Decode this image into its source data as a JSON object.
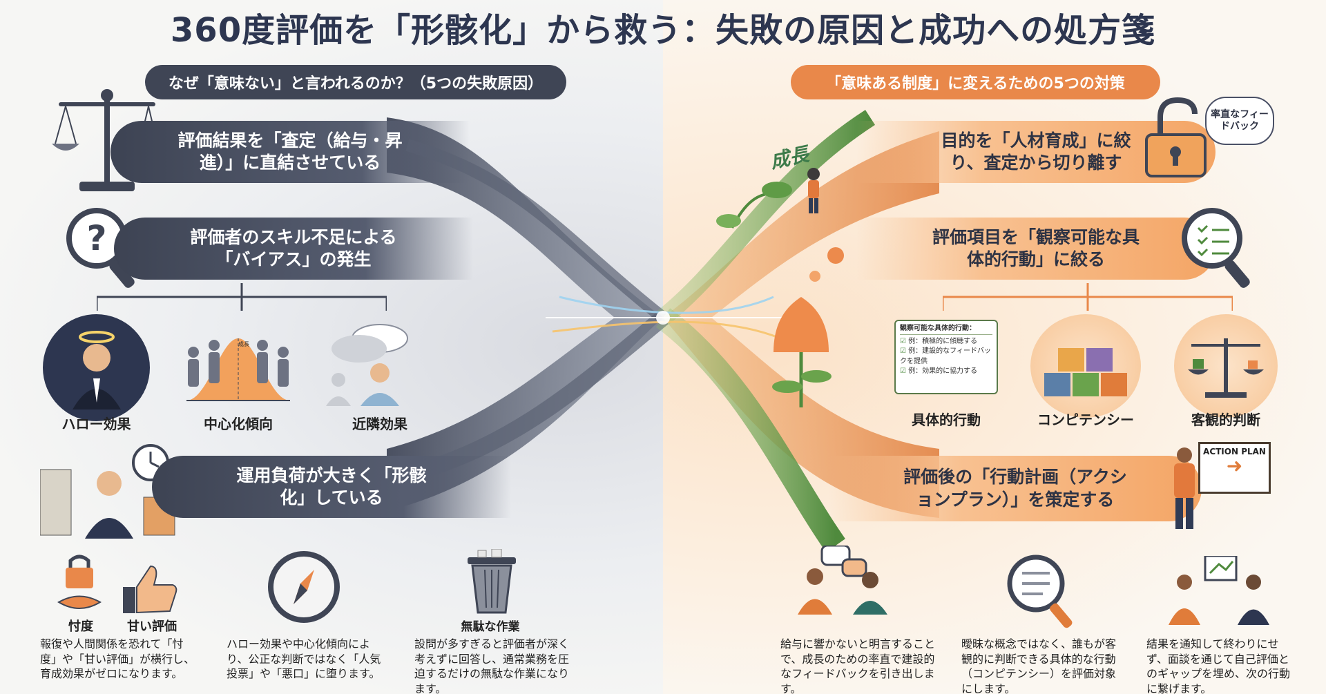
{
  "title": "360度評価を「形骸化」から救う：失敗の原因と成功への処方箋",
  "left": {
    "header": "なぜ「意味ない」と言われるのか？（5つの失敗原因）",
    "banner1": "評価結果を「査定（給与・昇進）」に直結させている",
    "banner2": "評価者のスキル不足による「バイアス」の発生",
    "bias_items": [
      {
        "label": "ハロー効果"
      },
      {
        "label": "中心化傾向"
      },
      {
        "label": "近隣効果"
      }
    ],
    "chart_label": "成長",
    "banner3": "運用負荷が大きく「形骸化」している",
    "bottom_labels": {
      "sontaku": "忖度",
      "amai": "甘い評価",
      "muda": "無駄な作業"
    },
    "text1": "報復や人間関係を恐れて「忖度」や「甘い評価」が横行し、育成効果がゼロになります。",
    "text2": "ハロー効果や中心化傾向により、公正な判断ではなく「人気投票」や「悪口」に堕ります。",
    "text3": "設問が多すぎると評価者が深く考えずに回答し、通常業務を圧迫するだけの無駄な作業になります。"
  },
  "right": {
    "header": "「意味ある制度」に変えるための5つの対策",
    "banner1": "目的を「人材育成」に絞り、査定から切り離す",
    "banner2": "評価項目を「観察可能な具体的行動」に絞る",
    "banner3": "評価後の「行動計画（アクションプラン）」を策定する",
    "bubble": "率直なフィードバック",
    "growth": "成長",
    "check_card": {
      "title": "観察可能な具体的行動：",
      "rows": [
        "例：積極的に傾聴する",
        "例：建設的なフィードバックを提供",
        "例：効果的に協力する"
      ]
    },
    "items": [
      {
        "label": "具体的行動"
      },
      {
        "label": "コンピテンシー"
      },
      {
        "label": "客観的判断"
      }
    ],
    "action_plan": "ACTION PLAN",
    "text1": "給与に響かないと明言することで、成長のための率直で建設的なフィードバックを引き出します。",
    "text2": "曖昧な概念ではなく、誰もが客観的に判断できる具体的な行動（コンピテンシー）を評価対象にします。",
    "text3": "結果を通知して終わりにせず、面談を通じて自己評価とのギャップを埋め、次の行動に繋げます。"
  },
  "colors": {
    "dark": "#3f4555",
    "orange": "#e9884a",
    "green": "#4f8a3d"
  }
}
